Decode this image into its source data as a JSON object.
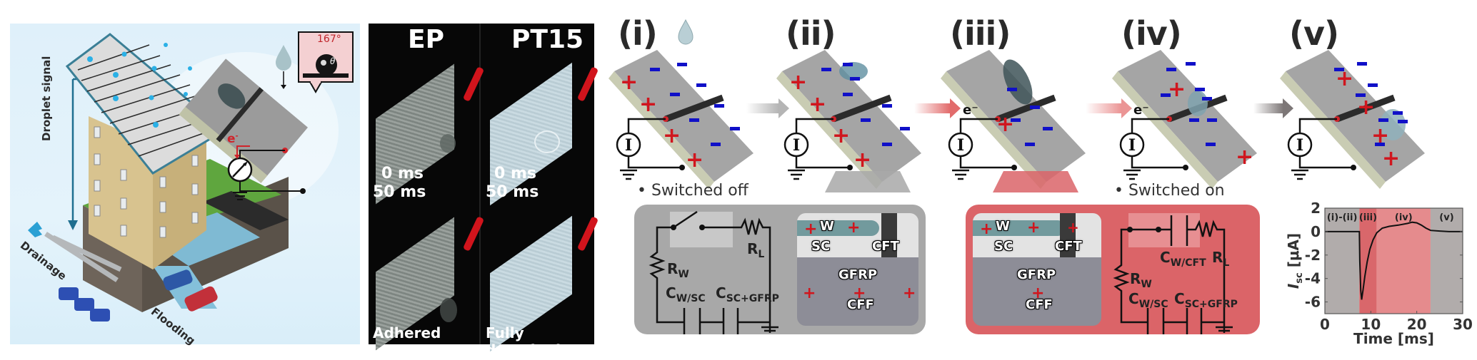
{
  "panel_a": {
    "droplet_signal_label": "Droplet signal",
    "drainage_label": "Drainage",
    "flooding_label": "Flooding",
    "electron_label": "e",
    "electron_superscript": "-",
    "contact_angle_label": "167°",
    "theta_label": "θ",
    "colors": {
      "background": "#dff0fa",
      "roof_frame": "#3b7f96",
      "droplet": "#2ab0e6",
      "signal_arrow": "#1f6f90",
      "electron": "#d0232a",
      "grass": "#5fa63e",
      "wall": "#d8c38f"
    }
  },
  "panel_b": {
    "columns": [
      {
        "title": "EP",
        "time_top": "0 ms",
        "time_bottom": "50 ms",
        "result": "Adhered"
      },
      {
        "title": "PT15",
        "time_top": "0 ms",
        "time_bottom": "50 ms",
        "result": "Fully detached"
      }
    ]
  },
  "panel_c": {
    "steps": [
      {
        "label": "(i)",
        "arrow_color": "#b5b5b5"
      },
      {
        "label": "(ii)",
        "arrow_color": "#e26c6c"
      },
      {
        "label": "(iii)",
        "arrow_color": "#eb9595"
      },
      {
        "label": "(iv)",
        "arrow_color": "#7d7777"
      },
      {
        "label": "(v)",
        "arrow_color": null
      }
    ],
    "electron_label": "e",
    "meter_symbol": "I",
    "switched_off": {
      "title": "• Switched off",
      "labels": {
        "rl": "R",
        "rl_sub": "L",
        "rw": "R",
        "rw_sub": "W",
        "cwsc": "C",
        "cwsc_sub": "W/SC",
        "cscgfrp": "C",
        "cscgfrp_sub": "SC+GFRP"
      },
      "layers": {
        "w": "W",
        "sc": "SC",
        "cft": "CFT",
        "gfrp": "GFRP",
        "cff": "CFF"
      },
      "bg_color": "#a8a8a8"
    },
    "switched_on": {
      "title": "• Switched on",
      "labels": {
        "cwcft": "C",
        "cwcft_sub": "W/CFT",
        "rl": "R",
        "rl_sub": "L",
        "rw": "R",
        "rw_sub": "W",
        "cwsc": "C",
        "cwsc_sub": "W/SC",
        "cscgfrp": "C",
        "cscgfrp_sub": "SC+GFRP"
      },
      "layers": {
        "w": "W",
        "sc": "SC",
        "cft": "CFT",
        "gfrp": "GFRP",
        "cff": "CFF"
      },
      "bg_color": "#db6468"
    }
  },
  "chart_data": {
    "type": "line",
    "title": "",
    "xlabel": "Time [ms]",
    "ylabel": "I_sc [μA]",
    "ylabel_main": "I",
    "ylabel_sub": "sc",
    "ylabel_unit": " [μA]",
    "xlim": [
      0,
      30
    ],
    "ylim": [
      -7,
      2
    ],
    "xticks": [
      0,
      10,
      20,
      30
    ],
    "yticks": [
      2,
      0,
      -2,
      -4,
      -6
    ],
    "grid": false,
    "regions": [
      {
        "label": "(i)-(ii)",
        "x0": 0,
        "x1": 7.5,
        "color": "#b1acab"
      },
      {
        "label": "(iii)",
        "x0": 7.5,
        "x1": 11.3,
        "color": "#d9676b"
      },
      {
        "label": "(iv)",
        "x0": 11.3,
        "x1": 23.0,
        "color": "#e58b8d"
      },
      {
        "label": "(v)",
        "x0": 23.0,
        "x1": 30,
        "color": "#b1acab"
      }
    ],
    "series": [
      {
        "name": "Isc",
        "x": [
          0,
          5,
          7.5,
          7.6,
          7.8,
          8.0,
          8.3,
          8.7,
          9.2,
          9.8,
          10.5,
          11.3,
          12.5,
          14,
          16,
          18,
          19,
          20,
          21,
          22,
          23,
          25,
          27,
          30
        ],
        "y": [
          0.0,
          0.0,
          0.0,
          -2.5,
          -5.0,
          -5.8,
          -5.0,
          -3.8,
          -2.6,
          -1.5,
          -0.7,
          -0.1,
          0.3,
          0.45,
          0.55,
          0.7,
          0.8,
          0.75,
          0.55,
          0.3,
          0.1,
          0.05,
          0.0,
          0.0
        ]
      }
    ]
  }
}
